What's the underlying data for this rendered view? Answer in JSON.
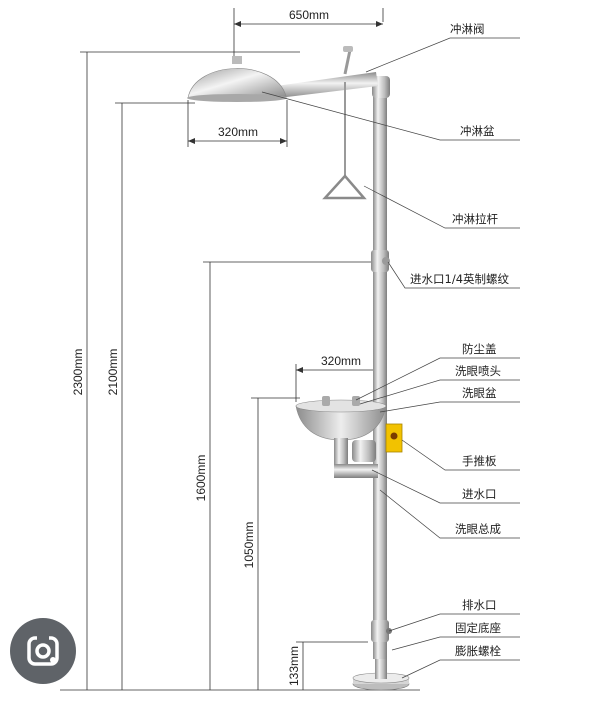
{
  "dimensions": {
    "top_width": "650mm",
    "shower_head_width": "320mm",
    "eye_bowl_width": "320mm",
    "height_total": "2300mm",
    "height_shower": "2100mm",
    "height_inlet": "1600mm",
    "height_bowl": "1050mm",
    "height_drain": "133mm"
  },
  "labels": {
    "shower_valve": "冲淋阀",
    "shower_head": "冲淋盆",
    "pull_rod": "冲淋拉杆",
    "water_inlet_thread": "进水口1/4英制螺纹",
    "dust_cover": "防尘盖",
    "eyewash_nozzle": "洗眼喷头",
    "eyewash_bowl": "洗眼盆",
    "push_plate": "手推板",
    "water_inlet": "进水口",
    "eyewash_assembly": "洗眼总成",
    "drain_outlet": "排水口",
    "fixed_base": "固定底座",
    "expansion_bolt": "膨胀螺栓"
  },
  "colors": {
    "steel_light": "#e8e8e8",
    "steel_dark": "#8f8f8f",
    "sign_yellow": "#f2c200",
    "lens_button": "#5f6368"
  },
  "icons": {
    "lens": "google-lens-icon"
  }
}
